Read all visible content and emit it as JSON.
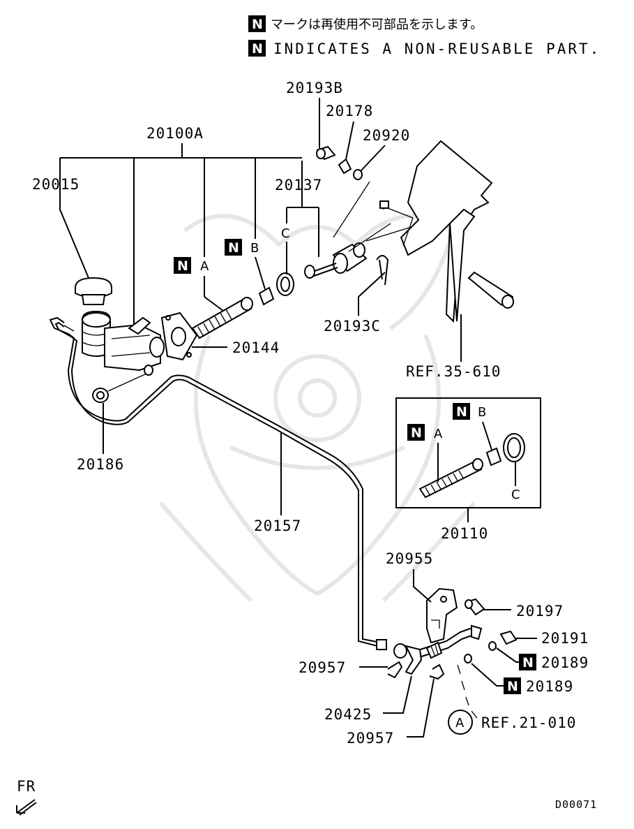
{
  "header": {
    "note_jp": "マークは再使用不可部品を示します。",
    "note_en": "INDICATES A NON-REUSABLE PART.",
    "badge": "N"
  },
  "parts": {
    "p20193B": "20193B",
    "p20178": "20178",
    "p20920": "20920",
    "p20100A": "20100A",
    "p20015": "20015",
    "p20137": "20137",
    "p20144": "20144",
    "p20193C": "20193C",
    "ref35": "REF.35-610",
    "p20186": "20186",
    "p20157": "20157",
    "p20110": "20110",
    "p20955": "20955",
    "p20197": "20197",
    "p20191": "20191",
    "p20189a": "20189",
    "p20189b": "20189",
    "p20957a": "20957",
    "p20425": "20425",
    "p20957b": "20957",
    "ref21": "REF.21-010"
  },
  "letters": {
    "a": "A",
    "b": "B",
    "c": "C",
    "box_a": "A",
    "box_b": "B",
    "box_c": "C",
    "circle_a": "A"
  },
  "footer": {
    "fr": "FR",
    "code": "D00071"
  }
}
